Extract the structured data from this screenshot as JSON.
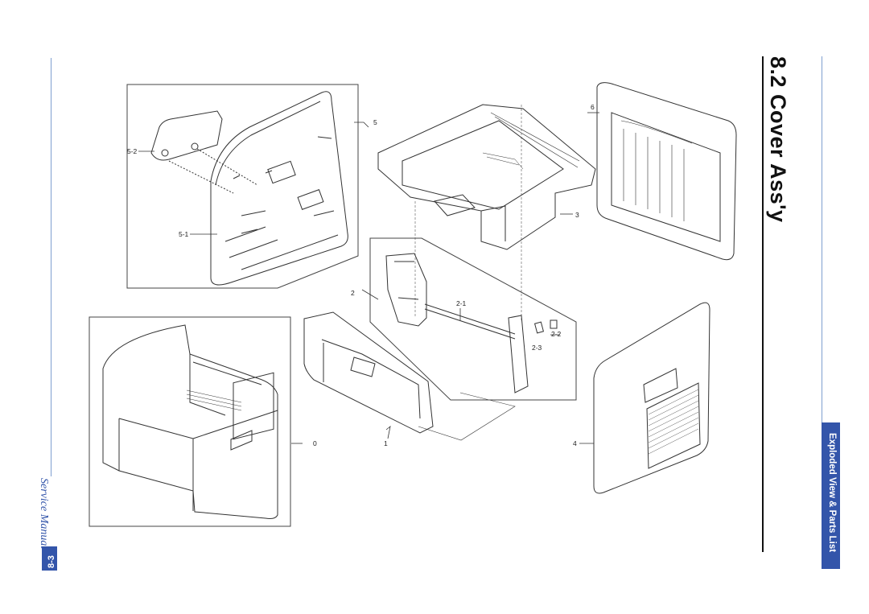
{
  "page": {
    "title": "8.2  Cover Ass'y",
    "section_tab": "Exploded View & Parts List",
    "manual_label": "Service Manual",
    "page_number": "8-3"
  },
  "colors": {
    "accent": "#3355aa",
    "guide_line": "#7f9fd0"
  },
  "callouts": {
    "c0": "0",
    "c1": "1",
    "c2": "2",
    "c2_1": "2-1",
    "c2_2": "2-2",
    "c2_3": "2-3",
    "c3": "3",
    "c4": "4",
    "c5": "5",
    "c5_1": "5-1",
    "c5_2": "5-2",
    "c6": "6"
  }
}
